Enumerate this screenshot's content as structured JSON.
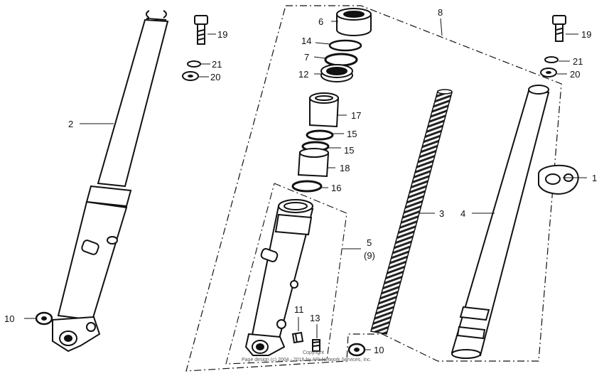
{
  "callouts": [
    {
      "id": "c1",
      "label": "1"
    },
    {
      "id": "c2",
      "label": "2"
    },
    {
      "id": "c3",
      "label": "3"
    },
    {
      "id": "c4",
      "label": "4"
    },
    {
      "id": "c5",
      "label": "5"
    },
    {
      "id": "c5b",
      "label": "(9)"
    },
    {
      "id": "c6",
      "label": "6"
    },
    {
      "id": "c7",
      "label": "7"
    },
    {
      "id": "c8",
      "label": "8"
    },
    {
      "id": "c10a",
      "label": "10"
    },
    {
      "id": "c10b",
      "label": "10"
    },
    {
      "id": "c11",
      "label": "11"
    },
    {
      "id": "c12",
      "label": "12"
    },
    {
      "id": "c13",
      "label": "13"
    },
    {
      "id": "c14",
      "label": "14"
    },
    {
      "id": "c15a",
      "label": "15"
    },
    {
      "id": "c15b",
      "label": "15"
    },
    {
      "id": "c16",
      "label": "16"
    },
    {
      "id": "c17",
      "label": "17"
    },
    {
      "id": "c18",
      "label": "18"
    },
    {
      "id": "c19a",
      "label": "19"
    },
    {
      "id": "c19b",
      "label": "19"
    },
    {
      "id": "c20a",
      "label": "20"
    },
    {
      "id": "c20b",
      "label": "20"
    },
    {
      "id": "c21a",
      "label": "21"
    },
    {
      "id": "c21b",
      "label": "21"
    }
  ],
  "watermark": {
    "line1": "Copyright",
    "line2": "Page design (c) 2004 - 2016 by ARI Network Services, Inc."
  }
}
